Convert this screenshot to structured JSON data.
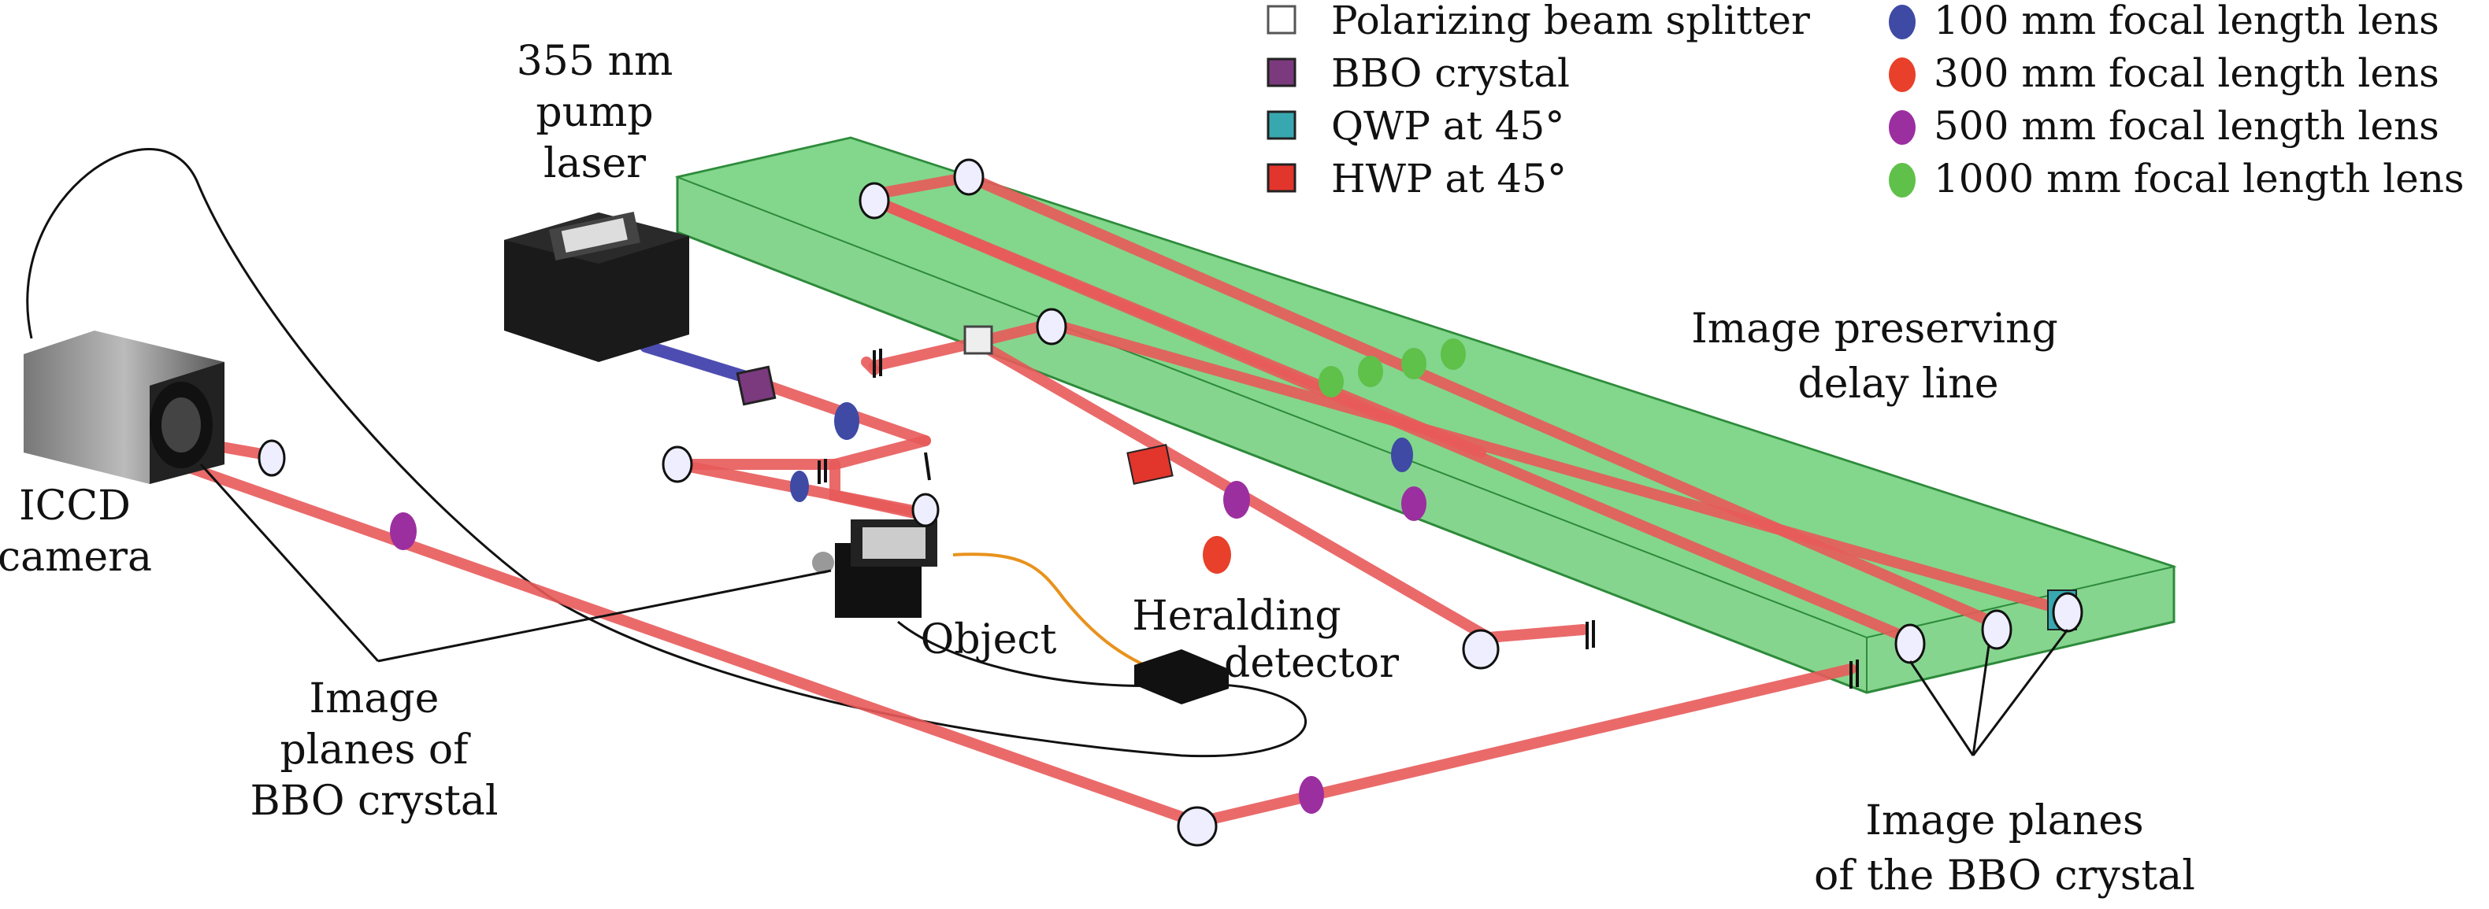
{
  "legend": {
    "pbs": "Polarizing beam splitter",
    "bbo": "BBO crystal",
    "qwp": "QWP at 45°",
    "hwp": "HWP at 45°",
    "lens100": "100 mm focal length lens",
    "lens300": "300 mm focal length lens",
    "lens500": "500 mm focal length lens",
    "lens1000": "1000 mm focal length lens"
  },
  "labels": {
    "pump_1": "355 nm",
    "pump_2": "pump",
    "pump_3": "laser",
    "camera_1": "ICCD",
    "camera_2": "camera",
    "object": "Object",
    "herald_1": "Heralding",
    "herald_2": "detector",
    "delay_1": "Image preserving",
    "delay_2": "delay line",
    "planes_left_1": "Image",
    "planes_left_2": "planes of",
    "planes_left_3": "BBO crystal",
    "planes_right_1": "Image planes",
    "planes_right_2": "of the BBO crystal"
  },
  "colors": {
    "beam": "#e85a5a",
    "delay_box": "#5ec76a",
    "lens100": "#3e4aa3",
    "lens300": "#e8402a",
    "lens500": "#9b2fa0",
    "lens1000": "#5fc04a",
    "bbo": "#7b3a7d",
    "qwp": "#38a8b0",
    "hwp": "#e2352c"
  }
}
